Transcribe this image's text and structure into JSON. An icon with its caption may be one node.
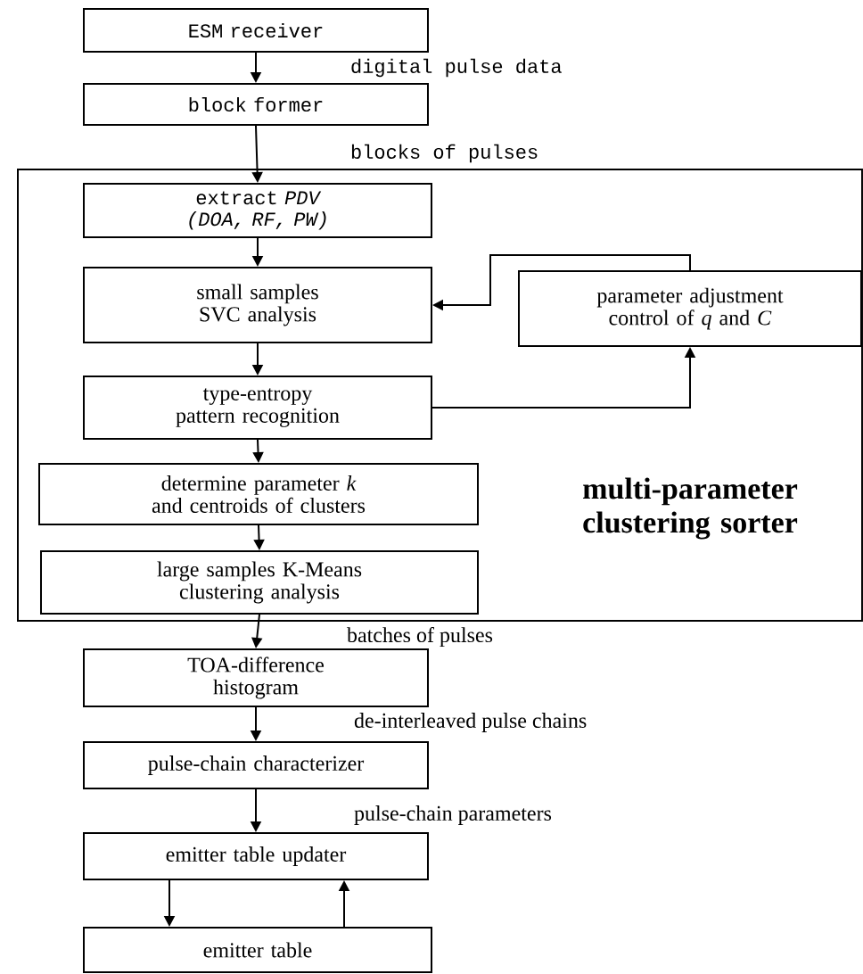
{
  "diagram": {
    "nodes": [
      {
        "text": [
          "ESM receiver"
        ]
      },
      {
        "text": [
          "block former"
        ]
      },
      {
        "text": [
          "multi-parameter clustering sorter"
        ]
      },
      {
        "text": [
          "extract *PDV* *(DOA, RF, PW)*"
        ],
        "in": 2
      },
      {
        "text": [
          "small samples SVC analysis"
        ],
        "in": 2
      },
      {
        "text": [
          "parameter adjustment control of *q* and *C*"
        ],
        "in": 2
      },
      {
        "text": [
          "type-entropy pattern recognition"
        ],
        "in": 2
      },
      {
        "text": [
          "determine parameter *k* and centroids of clusters"
        ],
        "in": 2
      },
      {
        "text": [
          "large samples K-Means clustering analysis"
        ],
        "in": 2
      },
      {
        "text": [
          "TOA-difference histogram"
        ]
      },
      {
        "text": [
          "pulse-chain characterizer"
        ]
      },
      {
        "text": [
          "emitter table updater"
        ]
      },
      {
        "text": [
          "emitter table"
        ]
      }
    ],
    "edges": [
      {
        "from": 0,
        "to": 1,
        "arrow": "to",
        "label": "digital pulse data"
      },
      {
        "from": 1,
        "to": 3,
        "arrow": "to",
        "label": "blocks of pulses"
      },
      {
        "from": 3,
        "to": 4,
        "arrow": "to"
      },
      {
        "from": 4,
        "to": 6,
        "arrow": "to"
      },
      {
        "from": 6,
        "to": 5,
        "arrow": "to"
      },
      {
        "from": 5,
        "to": 4,
        "arrow": "to"
      },
      {
        "from": 6,
        "to": 7,
        "arrow": "to"
      },
      {
        "from": 7,
        "to": 8,
        "arrow": "to"
      },
      {
        "from": 8,
        "to": 9,
        "arrow": "to",
        "label": "batches of pulses"
      },
      {
        "from": 9,
        "to": 10,
        "arrow": "to",
        "label": "de-interleaved pulse chains"
      },
      {
        "from": 10,
        "to": 11,
        "arrow": "to",
        "label": "pulse-chain parameters"
      },
      {
        "from": 11,
        "to": 12,
        "arrow": "to"
      },
      {
        "from": 12,
        "to": 11,
        "arrow": "to"
      }
    ]
  }
}
